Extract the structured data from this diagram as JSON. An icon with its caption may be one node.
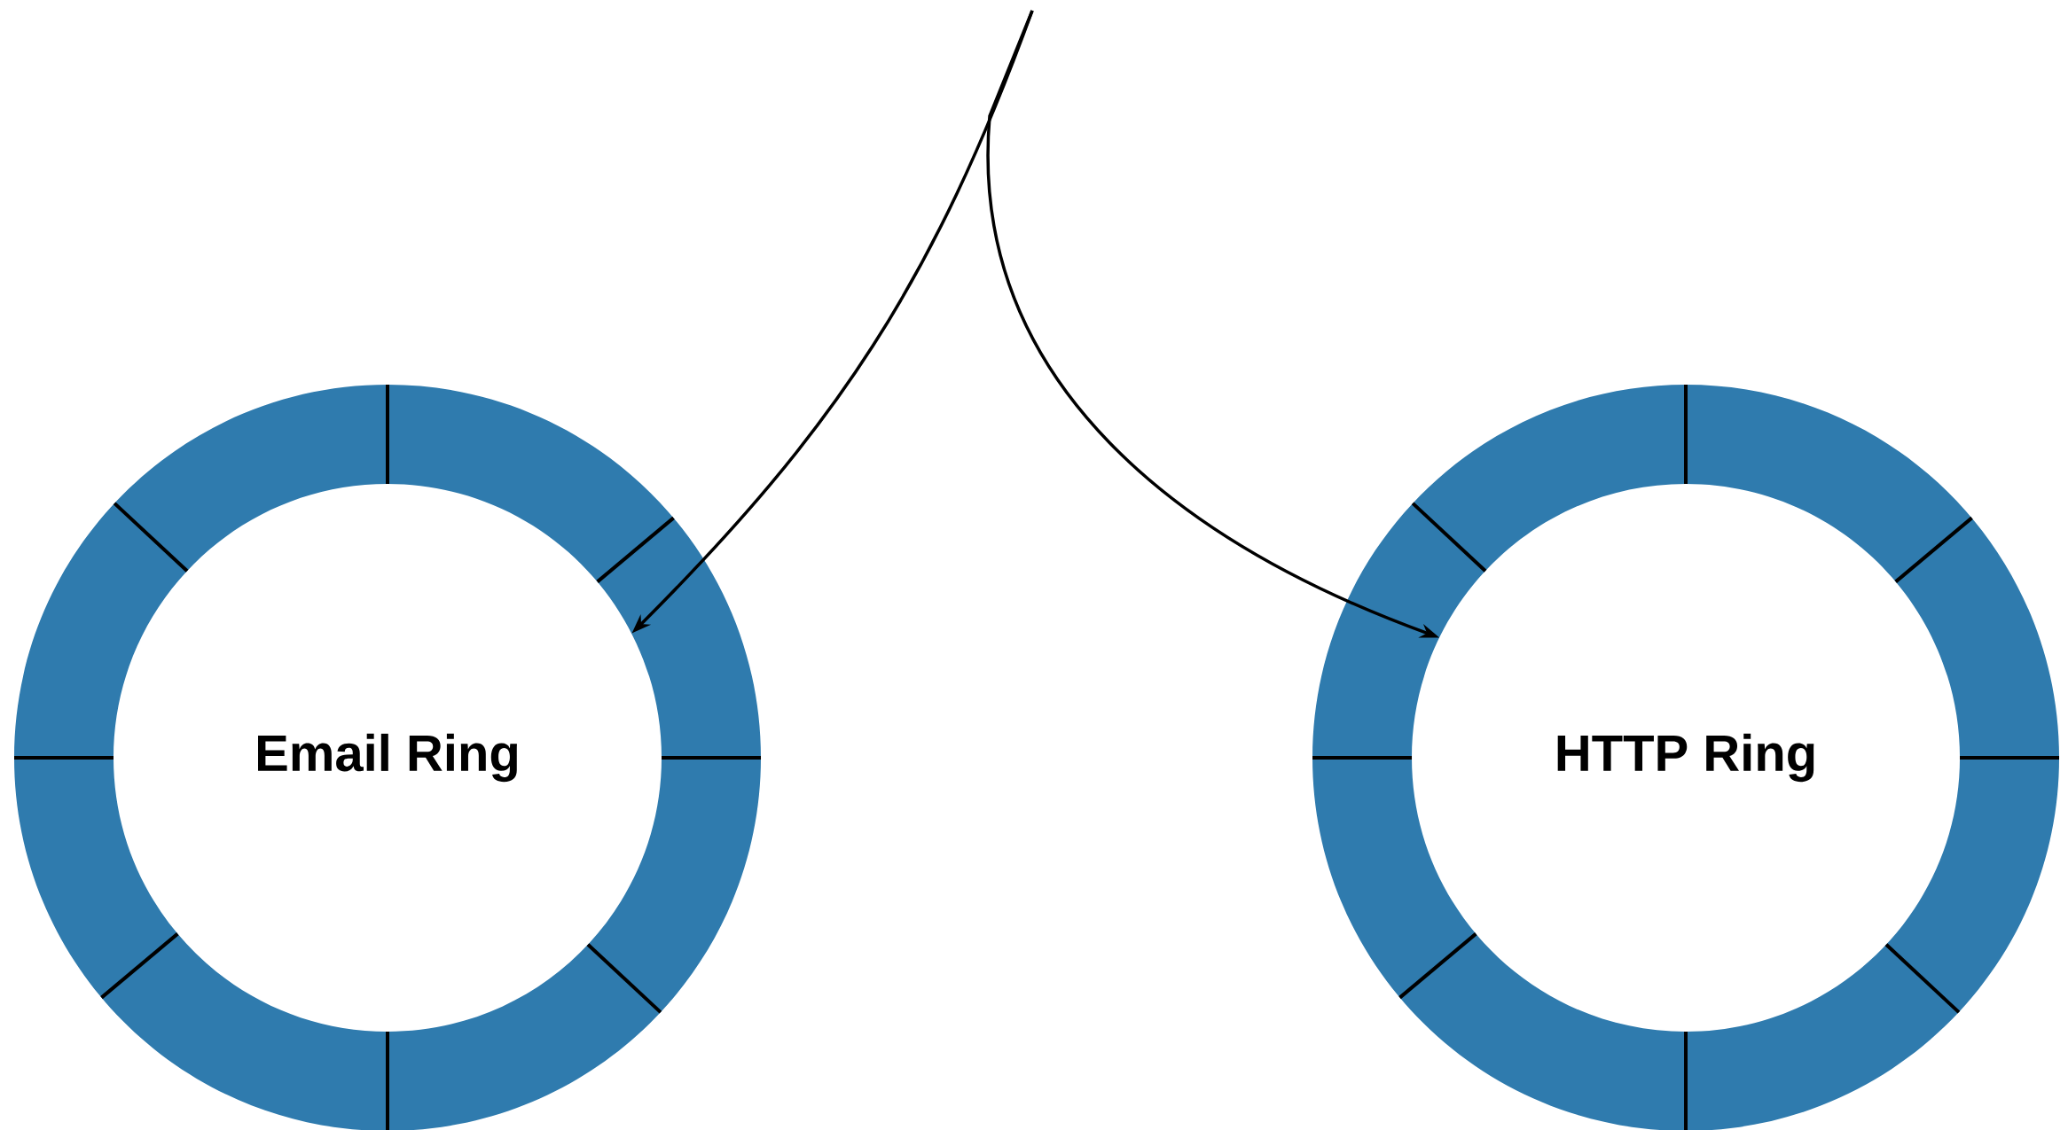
{
  "diagram": {
    "nodes": [
      {
        "text": [
          "Email Ring"
        ]
      },
      {
        "text": [
          "HTTP Ring"
        ]
      }
    ],
    "edges": [
      {
        "from": null,
        "to": 0,
        "arrow": "to"
      },
      {
        "from": null,
        "to": 1,
        "arrow": "to"
      }
    ]
  }
}
